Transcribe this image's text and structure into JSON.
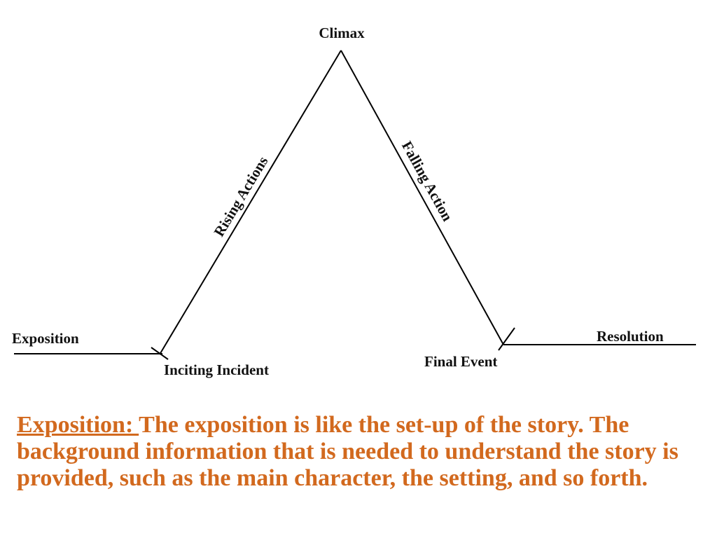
{
  "diagram": {
    "labels": {
      "climax": "Climax",
      "rising": "Rising Actions",
      "falling": "Falling Action",
      "exposition": "Exposition",
      "inciting": "Inciting Incident",
      "final_event": "Final Event",
      "resolution": "Resolution"
    }
  },
  "caption": {
    "term": "Exposition: ",
    "text": "The exposition is like the set-up of the story.  The background information that is needed to understand the story is provided, such as the main character, the setting, and so forth."
  },
  "colors": {
    "caption": "#d2691e",
    "lines": "#000000"
  }
}
